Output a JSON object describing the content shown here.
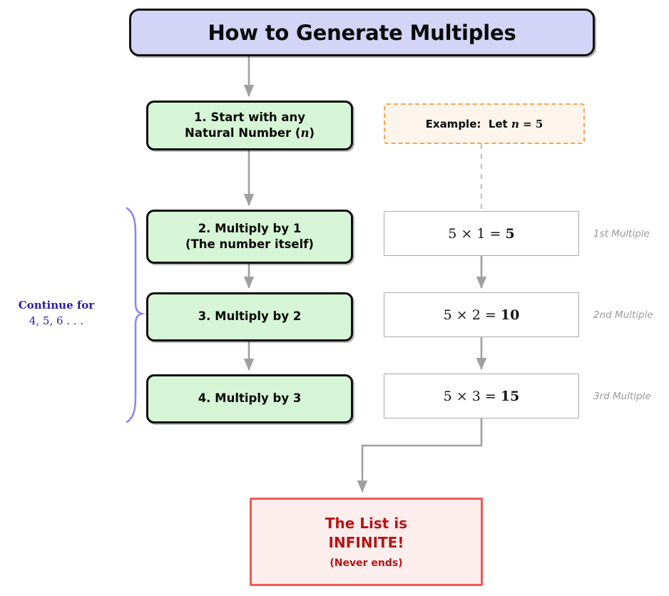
{
  "title": {
    "text": "How to Generate Multiples",
    "fill": "#d4d4f7",
    "border": "#111111"
  },
  "steps": [
    {
      "id": "step1",
      "line1": "1. Start with any",
      "line2_prefix": "Natural Number (",
      "line2_var": "n",
      "line2_suffix": ")"
    },
    {
      "id": "step2",
      "line1": "2. Multiply by 1",
      "line2": "(The number itself)"
    },
    {
      "id": "step3",
      "line1": "3. Multiply by 2"
    },
    {
      "id": "step4",
      "line1": "4. Multiply by 3"
    }
  ],
  "example": {
    "label": "Example:",
    "assign_prefix": "Let",
    "variable": "n",
    "equals": "=",
    "value": "5",
    "border_color": "#f2a65a",
    "fill": "#fdf4ec"
  },
  "calculations": [
    {
      "id": "math1",
      "expression": "5 × 1 =",
      "result": "5",
      "label": "1st Multiple"
    },
    {
      "id": "math2",
      "expression": "5 × 2 =",
      "result": "10",
      "label": "2nd Multiple"
    },
    {
      "id": "math3",
      "expression": "5 × 3 =",
      "result": "15",
      "label": "3rd Multiple"
    }
  ],
  "continue_note": {
    "line1": "Continue for",
    "line2": "4, 5, 6 . . .",
    "color": "#2a1ab0"
  },
  "final": {
    "line1": "The List is",
    "line2": "INFINITE!",
    "sub": "(Never ends)",
    "text_color": "#b81414",
    "border_color": "#f4584f",
    "fill": "#fdeeee"
  },
  "colors": {
    "step_fill": "#d6f5d6",
    "arrow": "#a0a0a0",
    "brace": "#8d86f0",
    "label_gray": "#9a9a9a"
  }
}
